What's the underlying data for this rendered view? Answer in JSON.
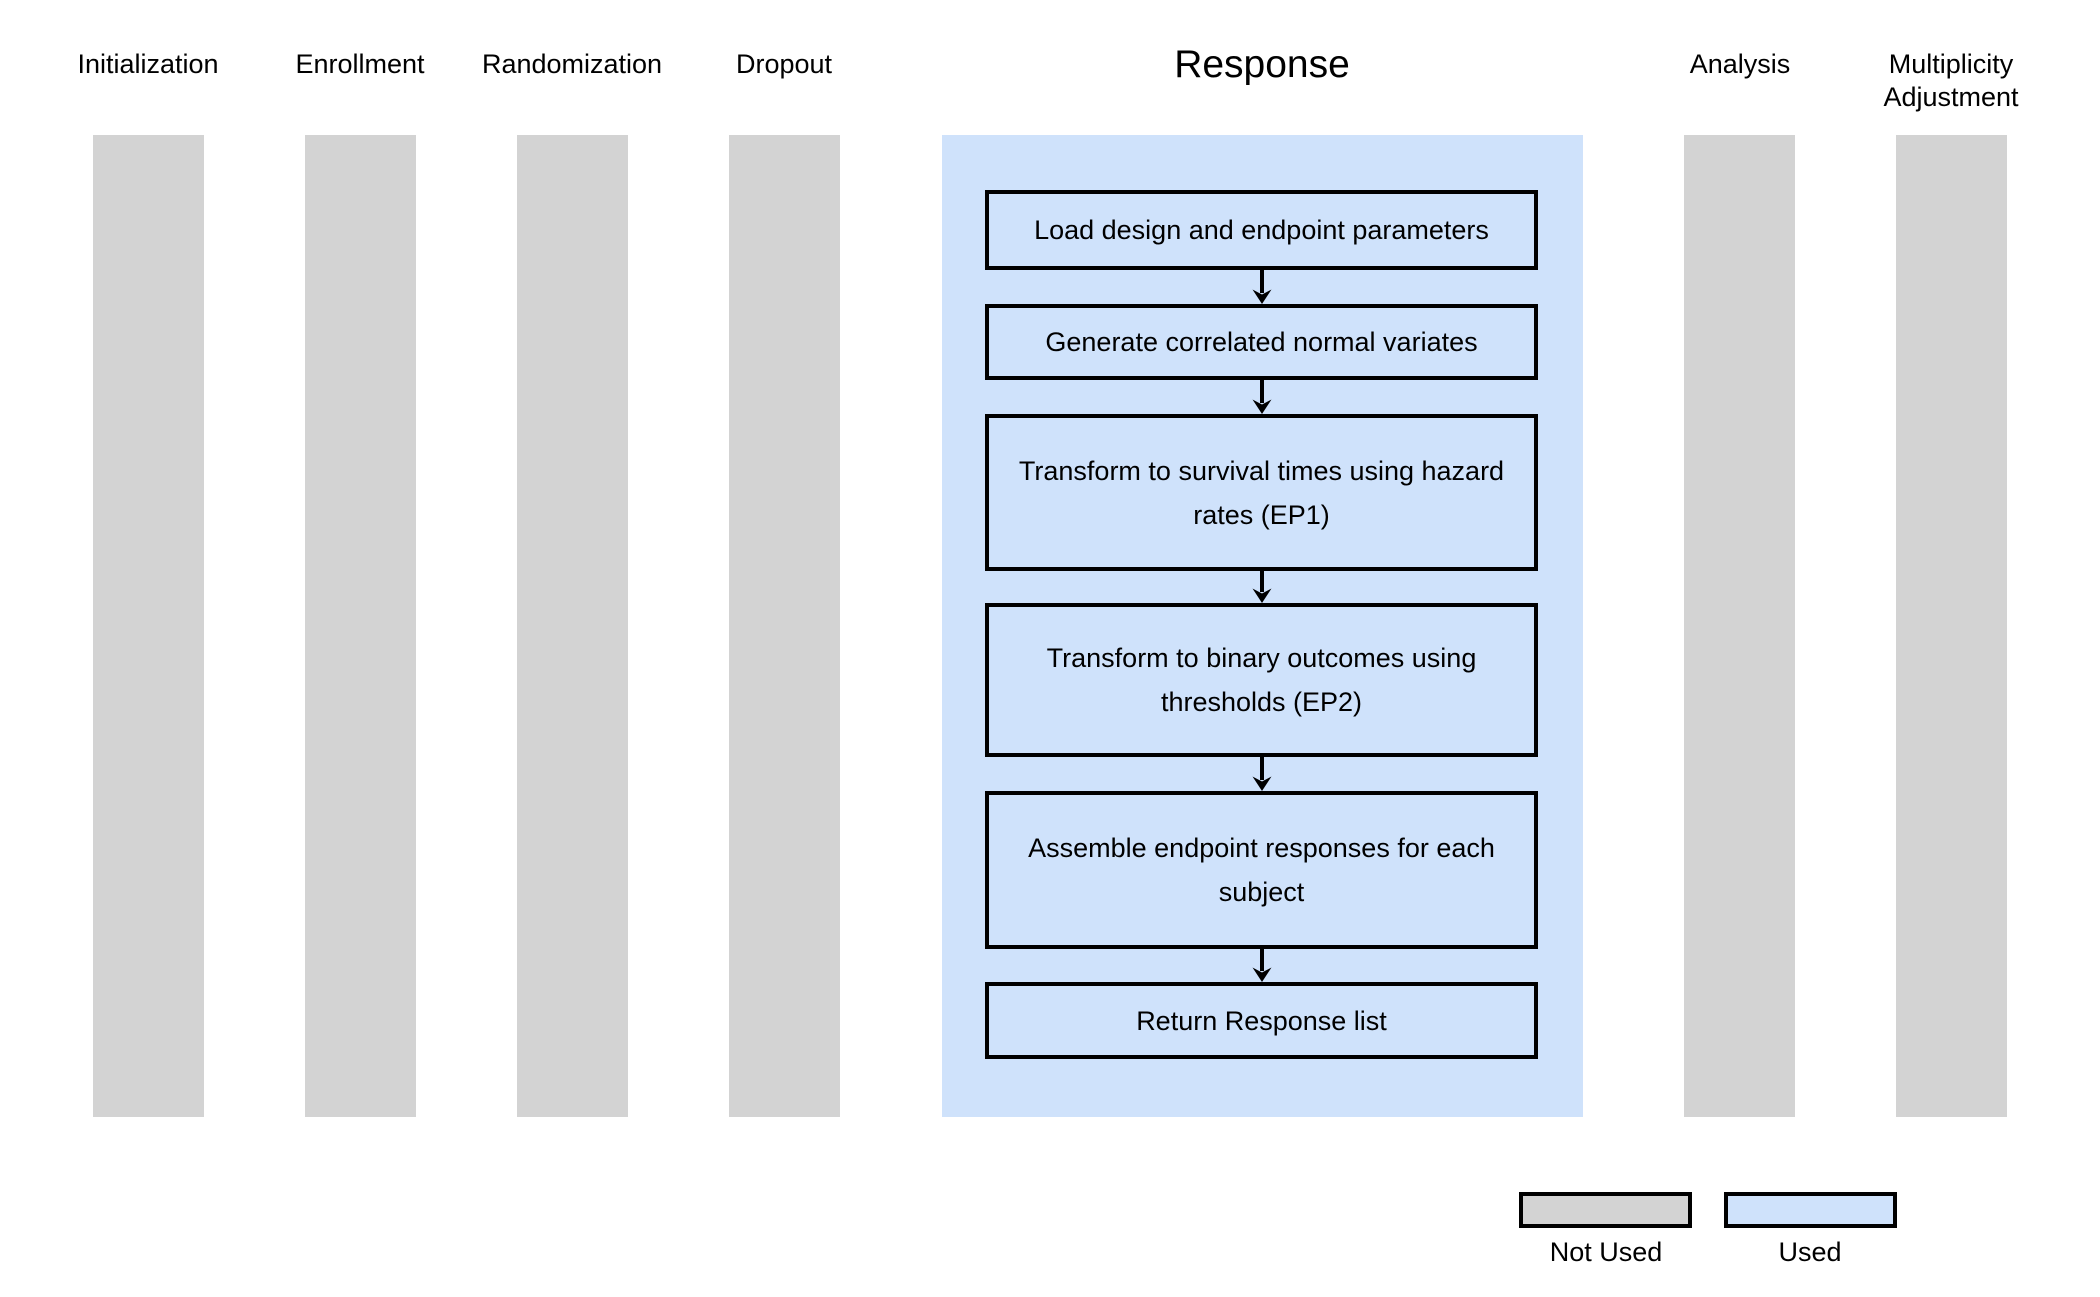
{
  "diagram": {
    "title": "Response",
    "columns": [
      {
        "label": "Initialization",
        "used": false
      },
      {
        "label": "Enrollment",
        "used": false
      },
      {
        "label": "Randomization",
        "used": false
      },
      {
        "label": "Dropout",
        "used": false
      },
      {
        "label": "Response",
        "used": true
      },
      {
        "label": "Analysis",
        "used": false
      },
      {
        "label": "Multiplicity Adjustment",
        "used": false
      }
    ],
    "response_steps": [
      "Load design and endpoint parameters",
      "Generate correlated normal variates",
      "Transform to survival times using hazard rates (EP1)",
      "Transform to binary outcomes using thresholds (EP2)",
      "Assemble endpoint responses for each subject",
      "Return Response list"
    ],
    "legend": {
      "not_used_label": "Not Used",
      "used_label": "Used"
    },
    "colors": {
      "used_fill": "#cfe2fb",
      "not_used_fill": "#d3d3d3",
      "line": "#000000"
    }
  }
}
